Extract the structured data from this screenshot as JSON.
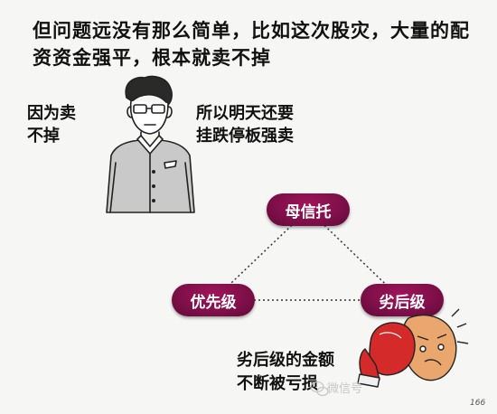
{
  "slide": {
    "heading_line1": "但问题远没有那么简单，比如这次股灾，大量的配",
    "heading_line2": "资资金强平，根本就卖不掉",
    "left_caption_line1": "因为卖",
    "left_caption_line2": "不掉",
    "right_caption_line1": "所以明天还要",
    "right_caption_line2": "挂跌停板强卖",
    "bottom_caption_line1": "劣后级的金额",
    "bottom_caption_line2": "不断被亏损",
    "watermark": "微信号",
    "page_number": "166"
  },
  "diagram": {
    "nodes": [
      {
        "id": "parent-trust",
        "label": "母信托"
      },
      {
        "id": "priority",
        "label": "优先级"
      },
      {
        "id": "junior",
        "label": "劣后级"
      }
    ],
    "edges": [
      {
        "from": "parent-trust",
        "to": "priority",
        "style": "dotted"
      },
      {
        "from": "parent-trust",
        "to": "junior",
        "style": "dotted"
      },
      {
        "from": "priority",
        "to": "junior",
        "style": "dotted"
      }
    ],
    "colors": {
      "node_fill": "#7d0f48",
      "node_text": "#ffffff",
      "edge": "#333333",
      "glove": "#d42a2a"
    }
  },
  "icons": [
    "man-illustration-icon",
    "boxing-glove-icon",
    "punched-face-icon",
    "wechat-icon"
  ]
}
